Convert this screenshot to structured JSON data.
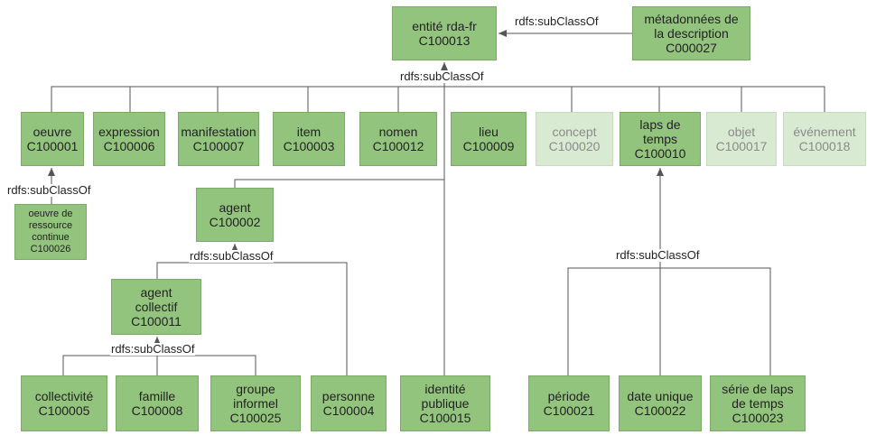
{
  "nodes": [
    {
      "id": "entite",
      "lines": [
        "entité rda-fr",
        "C100013"
      ],
      "style": "full"
    },
    {
      "id": "metadonnees",
      "lines": [
        "métadonnées de",
        "la description",
        "C000027"
      ],
      "style": "full"
    },
    {
      "id": "oeuvre",
      "lines": [
        "oeuvre",
        "C100001"
      ],
      "style": "full"
    },
    {
      "id": "expression",
      "lines": [
        "expression",
        "C100006"
      ],
      "style": "full"
    },
    {
      "id": "manifestation",
      "lines": [
        "manifestation",
        "C100007"
      ],
      "style": "full"
    },
    {
      "id": "item",
      "lines": [
        "item",
        "C100003"
      ],
      "style": "full"
    },
    {
      "id": "nomen",
      "lines": [
        "nomen",
        "C100012"
      ],
      "style": "full"
    },
    {
      "id": "lieu",
      "lines": [
        "lieu",
        "C100009"
      ],
      "style": "full"
    },
    {
      "id": "concept",
      "lines": [
        "concept",
        "C100020"
      ],
      "style": "light"
    },
    {
      "id": "laps",
      "lines": [
        "laps de",
        "temps",
        "C100010"
      ],
      "style": "full"
    },
    {
      "id": "objet",
      "lines": [
        "objet",
        "C100017"
      ],
      "style": "light"
    },
    {
      "id": "evenement",
      "lines": [
        "événement",
        "C100018"
      ],
      "style": "light"
    },
    {
      "id": "oeuvre_continue",
      "lines": [
        "oeuvre de",
        "ressource",
        "continue",
        "C100026"
      ],
      "style": "full"
    },
    {
      "id": "agent",
      "lines": [
        "agent",
        "C100002"
      ],
      "style": "full"
    },
    {
      "id": "agent_collectif",
      "lines": [
        "agent",
        "collectif",
        "C100011"
      ],
      "style": "full"
    },
    {
      "id": "collectivite",
      "lines": [
        "collectivité",
        "C100005"
      ],
      "style": "full"
    },
    {
      "id": "famille",
      "lines": [
        "famille",
        "C100008"
      ],
      "style": "full"
    },
    {
      "id": "groupe",
      "lines": [
        "groupe",
        "informel",
        "C100025"
      ],
      "style": "full"
    },
    {
      "id": "personne",
      "lines": [
        "personne",
        "C100004"
      ],
      "style": "full"
    },
    {
      "id": "identite",
      "lines": [
        "identité",
        "publique",
        "C100015"
      ],
      "style": "full"
    },
    {
      "id": "periode",
      "lines": [
        "période",
        "C100021"
      ],
      "style": "full"
    },
    {
      "id": "date",
      "lines": [
        "date unique",
        "C100022"
      ],
      "style": "full"
    },
    {
      "id": "serie",
      "lines": [
        "série de laps",
        "de temps",
        "C100023"
      ],
      "style": "full"
    }
  ],
  "edge_labels": {
    "meta": "rdfs:subClassOf",
    "main": "rdfs:subClassOf",
    "oeuvre": "rdfs:subClassOf",
    "agent": "rdfs:subClassOf",
    "collectif": "rdfs:subClassOf",
    "laps": "rdfs:subClassOf"
  }
}
